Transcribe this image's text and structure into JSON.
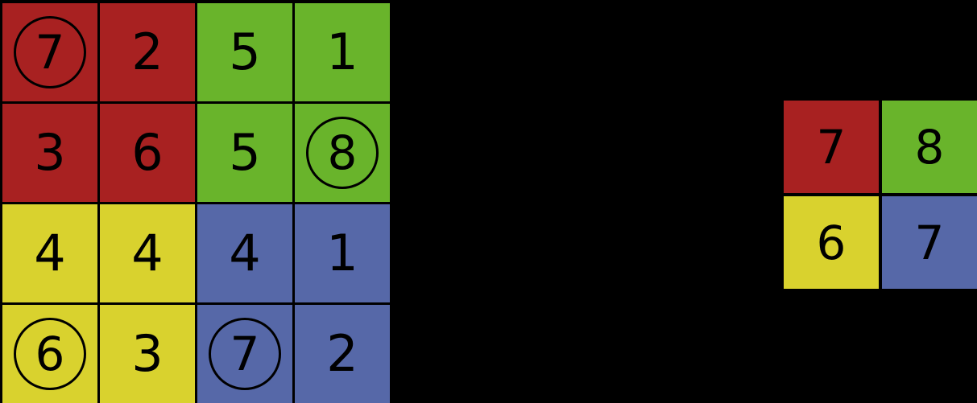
{
  "background_color": "#000000",
  "palette": {
    "red": "#a82121",
    "green": "#69b42b",
    "yellow": "#d9d22e",
    "blue": "#5668a8",
    "line": "#000000",
    "text": "#000000"
  },
  "left_grid": {
    "rows": 4,
    "columns": 4,
    "cells": [
      {
        "value": "7",
        "color": "red",
        "marked": true
      },
      {
        "value": "2",
        "color": "red",
        "marked": false
      },
      {
        "value": "5",
        "color": "green",
        "marked": false
      },
      {
        "value": "1",
        "color": "green",
        "marked": false
      },
      {
        "value": "3",
        "color": "red",
        "marked": false
      },
      {
        "value": "6",
        "color": "red",
        "marked": false
      },
      {
        "value": "5",
        "color": "green",
        "marked": false
      },
      {
        "value": "8",
        "color": "green",
        "marked": true
      },
      {
        "value": "4",
        "color": "yellow",
        "marked": false
      },
      {
        "value": "4",
        "color": "yellow",
        "marked": false
      },
      {
        "value": "4",
        "color": "blue",
        "marked": false
      },
      {
        "value": "1",
        "color": "blue",
        "marked": false
      },
      {
        "value": "6",
        "color": "yellow",
        "marked": true
      },
      {
        "value": "3",
        "color": "yellow",
        "marked": false
      },
      {
        "value": "7",
        "color": "blue",
        "marked": true
      },
      {
        "value": "2",
        "color": "blue",
        "marked": false
      }
    ]
  },
  "right_grid": {
    "rows": 2,
    "columns": 2,
    "cells": [
      {
        "value": "7",
        "color": "red",
        "marked": false
      },
      {
        "value": "8",
        "color": "green",
        "marked": false
      },
      {
        "value": "6",
        "color": "yellow",
        "marked": false
      },
      {
        "value": "7",
        "color": "blue",
        "marked": false
      }
    ]
  }
}
